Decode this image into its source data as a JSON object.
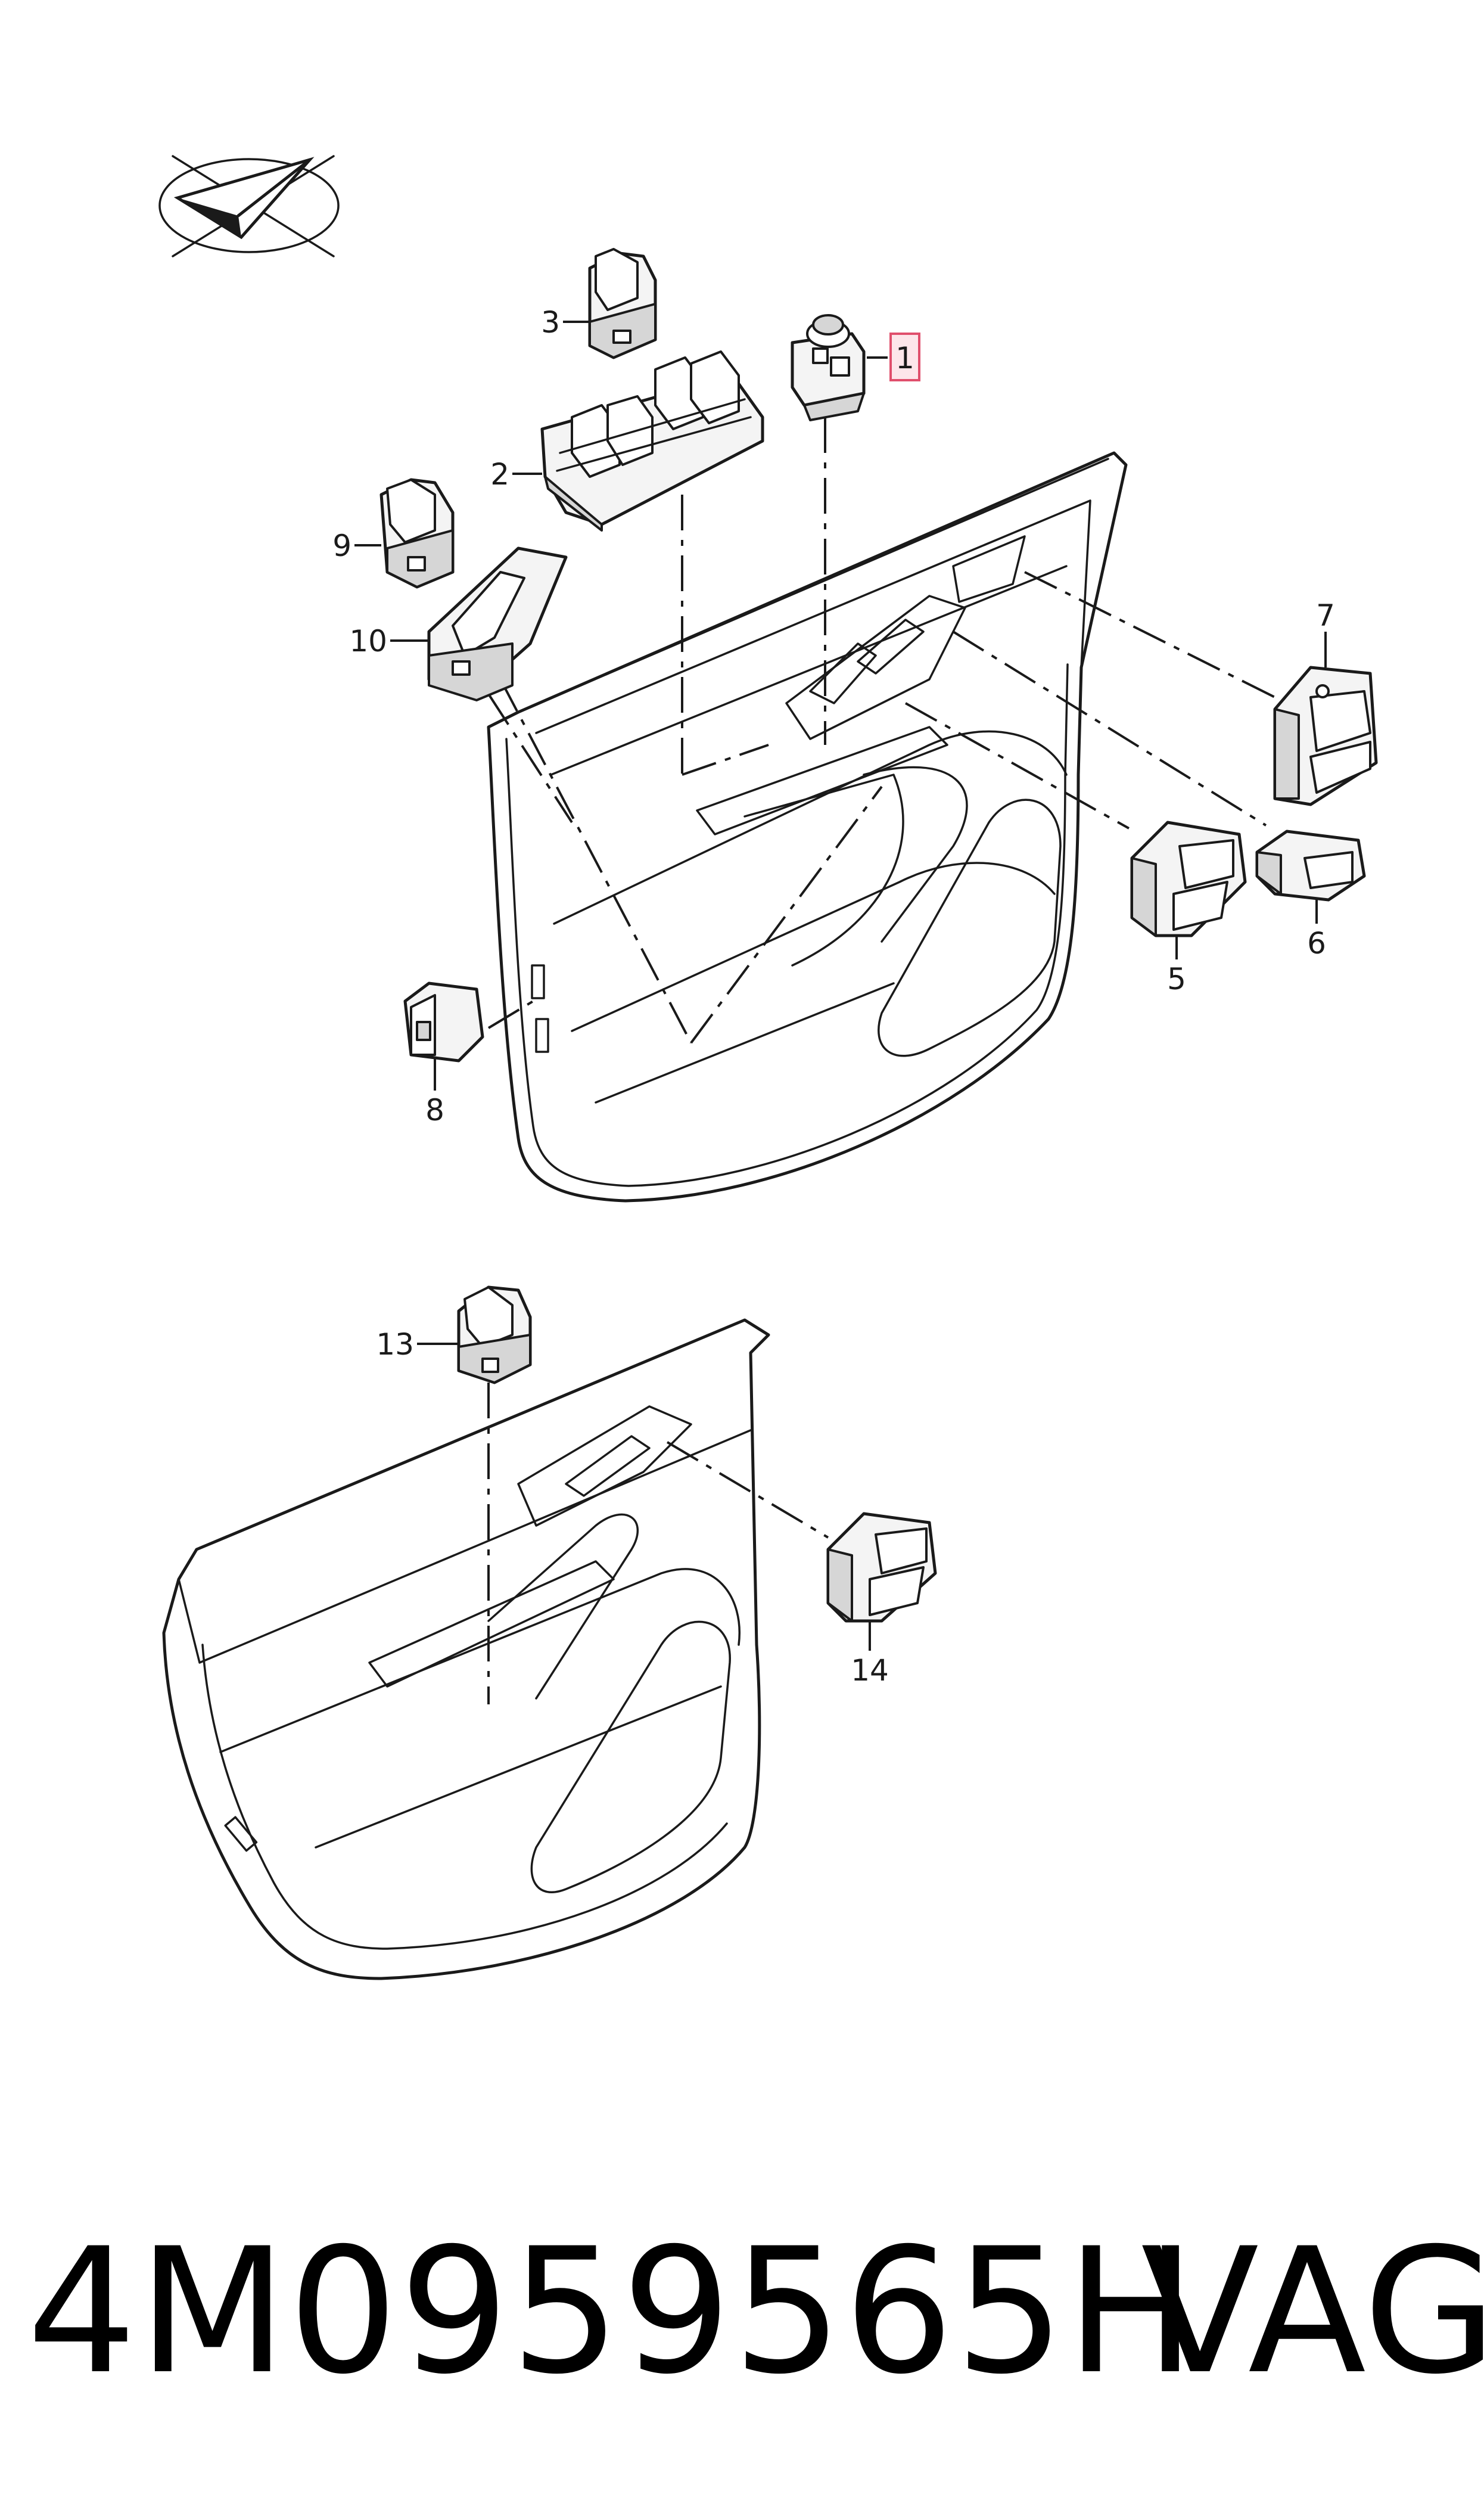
{
  "logo": {
    "icon": "checkmark-arrow-logo-icon"
  },
  "callouts": {
    "c1": "1",
    "c2": "2",
    "c3": "3",
    "c5": "5",
    "c6": "6",
    "c7": "7",
    "c8": "8",
    "c9": "9",
    "c10": "10",
    "c13": "13",
    "c14": "14"
  },
  "highlight_color": "#e04f6c",
  "footer": {
    "part_number": "4M0959565H",
    "brand": "VAG"
  }
}
